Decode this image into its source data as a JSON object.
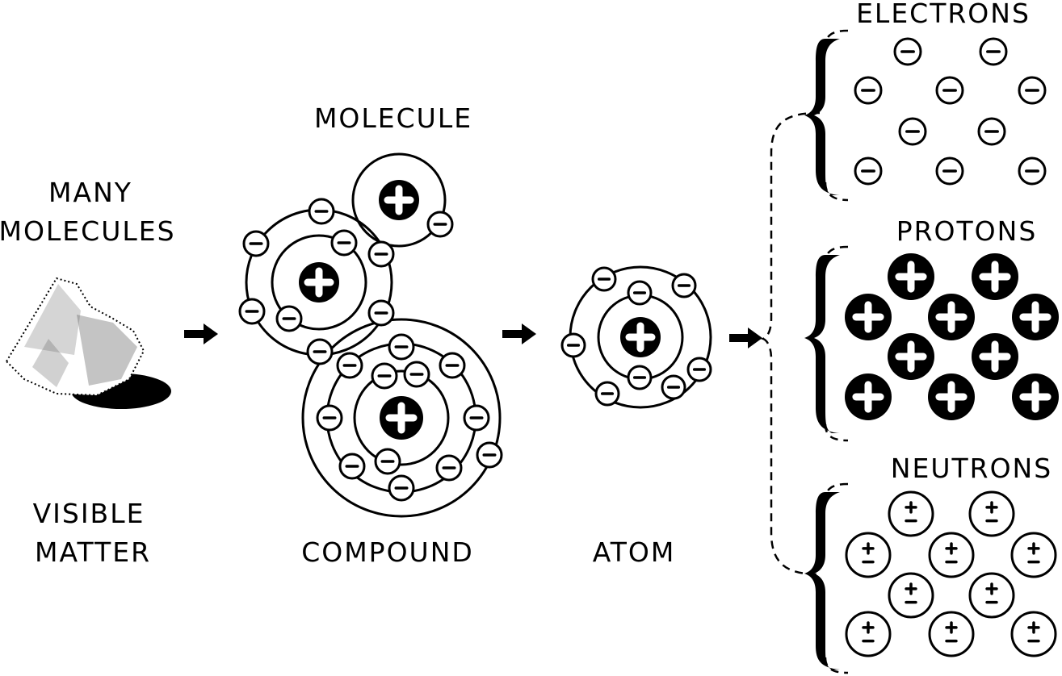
{
  "labels": {
    "many_molecules": [
      "MANY",
      "MOLECULES"
    ],
    "visible_matter": [
      "VISIBLE",
      "MATTER"
    ],
    "molecule": "MOLECULE",
    "compound": "COMPOUND",
    "atom": "ATOM",
    "electrons": "ELECTRONS",
    "protons": "PROTONS",
    "neutrons": "NEUTRONS"
  },
  "icons": {
    "electron": "minus-in-circle-icon",
    "proton": "plus-on-black-disc-icon",
    "neutron": "plus-minus-in-circle-icon",
    "arrow": "right-arrow-icon"
  },
  "colors": {
    "ink": "#000000",
    "paper": "#ffffff"
  }
}
